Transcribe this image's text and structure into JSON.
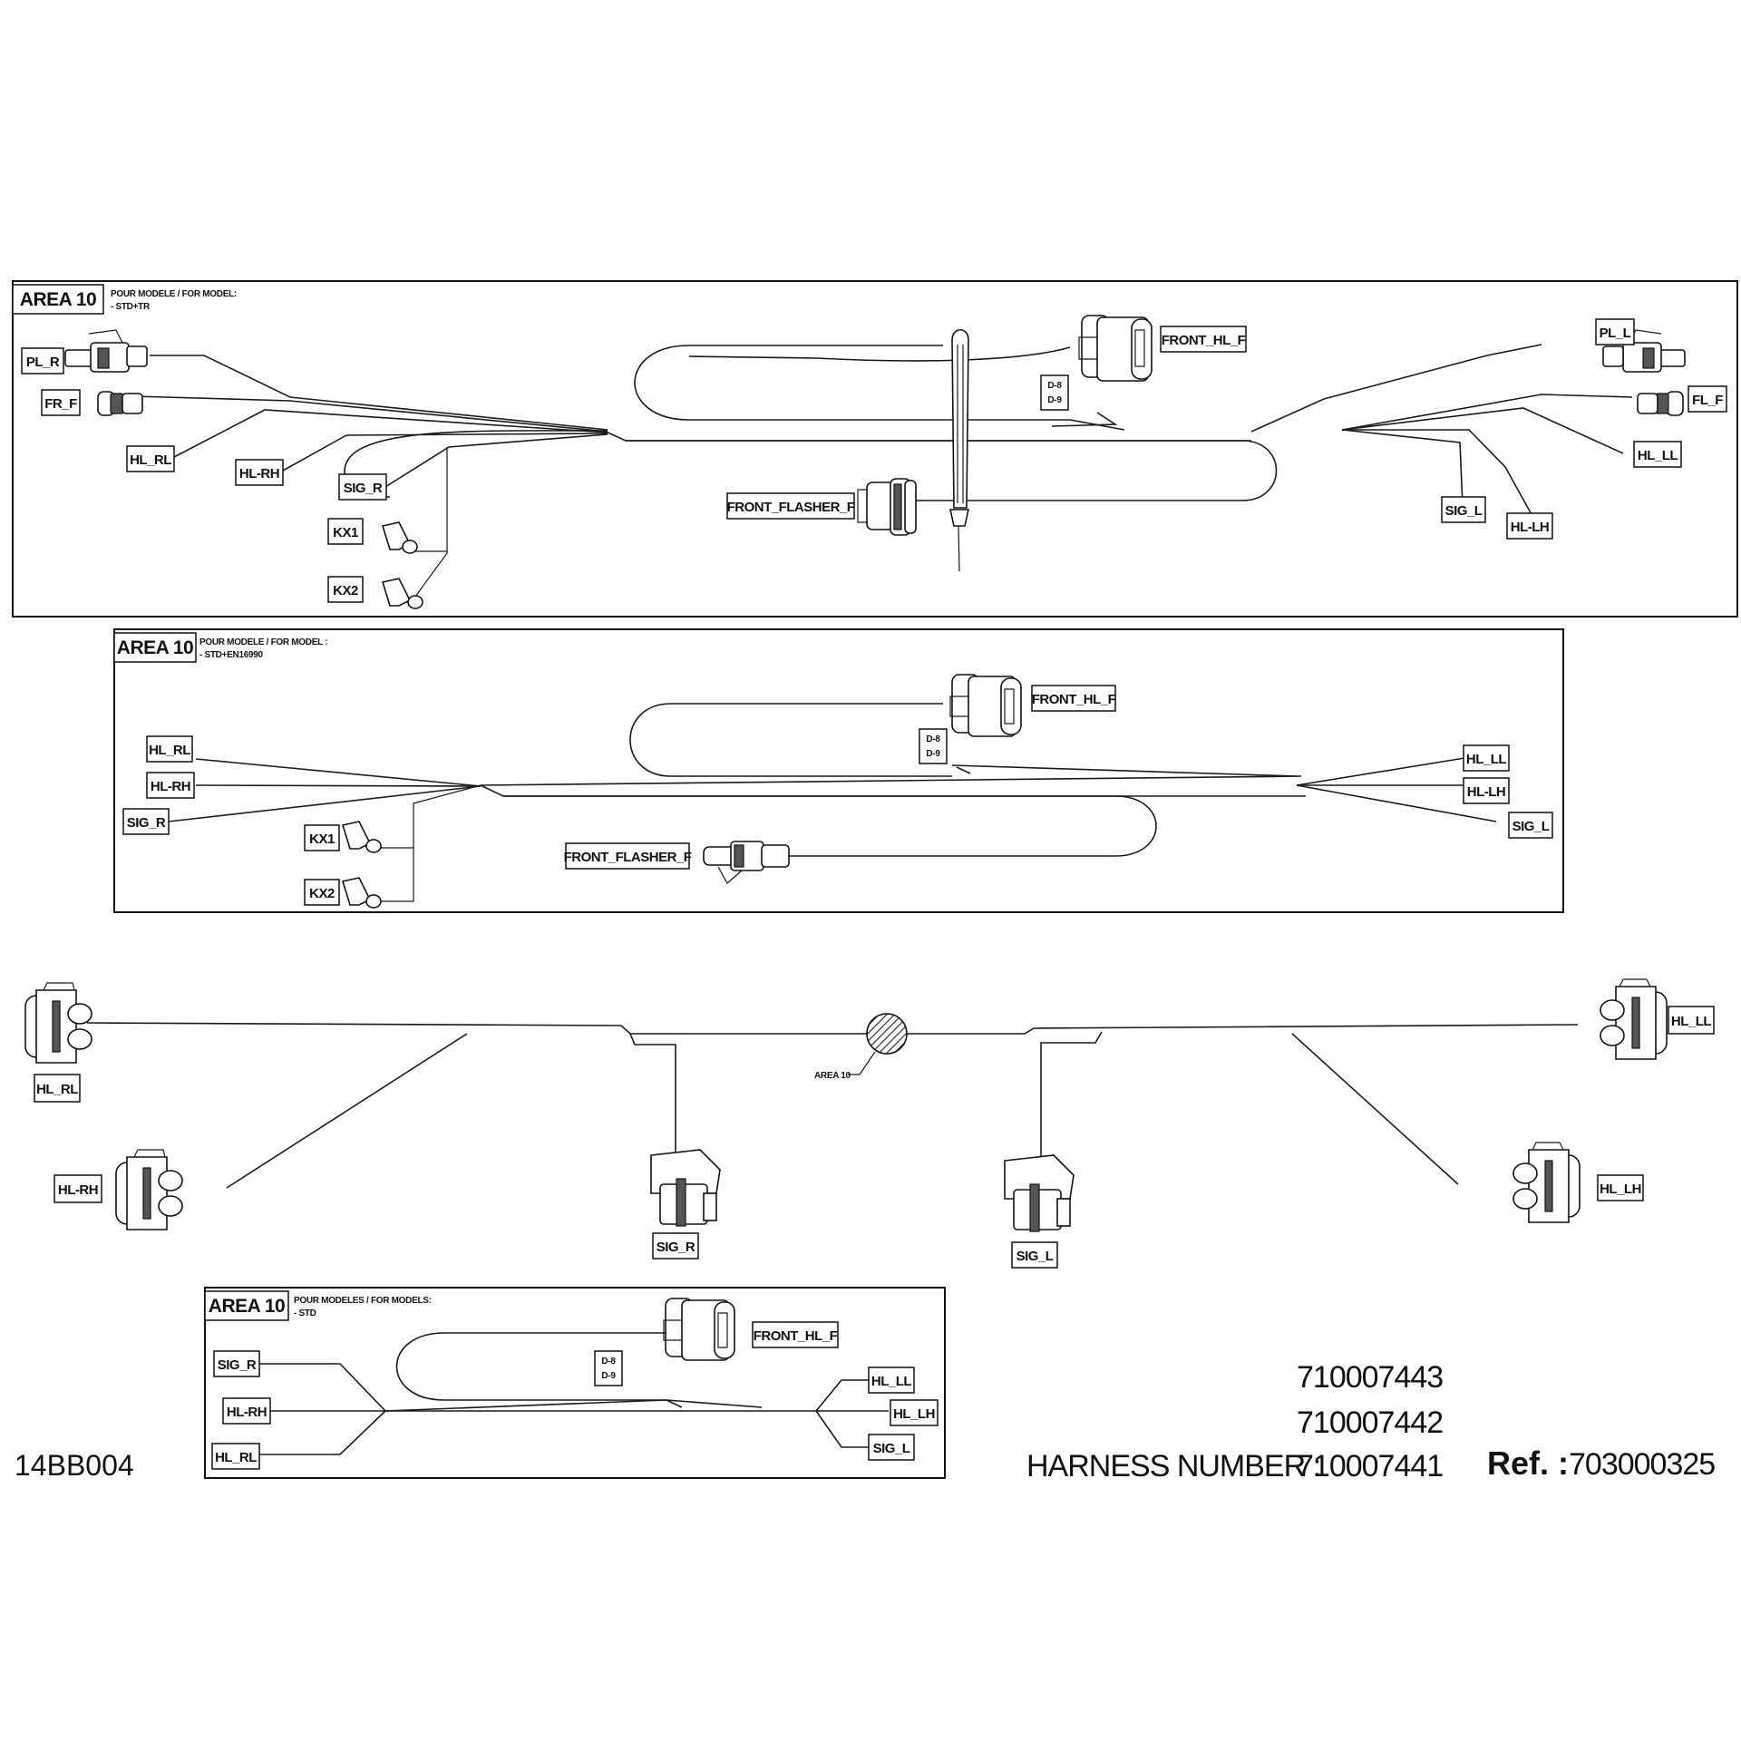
{
  "drawing_id": "14BB004",
  "area10_label": "AREA 10",
  "harness_label": "HARNESS NUMBER :",
  "harness_numbers": [
    "710007443",
    "710007442",
    "710007441"
  ],
  "ref_label": "Ref. :",
  "ref_value": "703000325",
  "panel1": {
    "title": "AREA 10",
    "note1": "POUR MODELE / FOR MODEL:",
    "note2": "- STD+TR",
    "labels": {
      "pl_r": "PL_R",
      "fr_f": "FR_F",
      "hl_rl": "HL_RL",
      "hl_rh": "HL-RH",
      "sig_r": "SIG_R",
      "kx1": "KX1",
      "kx2": "KX2",
      "front_hl_f": "FRONT_HL_F",
      "front_flasher_f": "FRONT_FLASHER_F",
      "pl_l": "PL_L",
      "fl_f": "FL_F",
      "hl_ll": "HL_LL",
      "sig_l": "SIG_L",
      "hl_lh": "HL-LH",
      "d8": "D-8",
      "d9": "D-9"
    }
  },
  "panel2": {
    "title": "AREA 10",
    "note1": "POUR MODELE / FOR MODEL :",
    "note2": "- STD+EN16990",
    "labels": {
      "hl_rl": "HL_RL",
      "hl_rh": "HL-RH",
      "sig_r": "SIG_R",
      "kx1": "KX1",
      "kx2": "KX2",
      "front_hl_f": "FRONT_HL_F",
      "front_flasher_f": "FRONT_FLASHER_F",
      "hl_ll": "HL_LL",
      "hl_lh": "HL-LH",
      "sig_l": "SIG_L",
      "d8": "D-8",
      "d9": "D-9"
    }
  },
  "main": {
    "area_marker": "AREA 10",
    "labels": {
      "hl_rl": "HL_RL",
      "hl_rh": "HL-RH",
      "sig_r": "SIG_R",
      "sig_l": "SIG_L",
      "hl_lh": "HL_LH",
      "hl_ll": "HL_LL"
    }
  },
  "panel3": {
    "title": "AREA 10",
    "note1": "POUR MODELES / FOR MODELS:",
    "note2": "- STD",
    "labels": {
      "front_hl_f": "FRONT_HL_F",
      "sig_r": "SIG_R",
      "hl_rh": "HL-RH",
      "hl_rl": "HL_RL",
      "hl_ll": "HL_LL",
      "hl_lh": "HL_LH",
      "sig_l": "SIG_L",
      "d8": "D-8",
      "d9": "D-9"
    }
  }
}
